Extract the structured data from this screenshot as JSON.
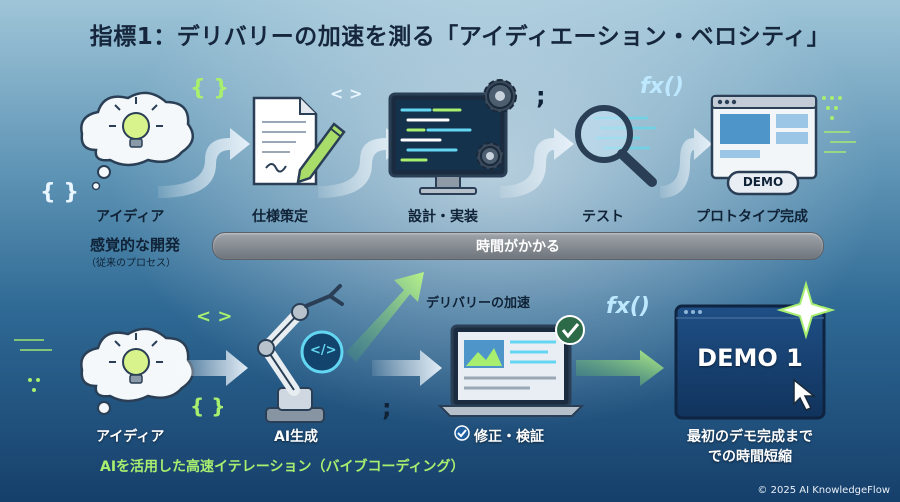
{
  "title": "指標1：デリバリーの加速を測る「アイディエーション・ベロシティ」",
  "top_row": {
    "steps": [
      "アイディア",
      "仕様策定",
      "設計・実装",
      "テスト",
      "プロトタイプ完成"
    ],
    "demo_badge": "DEMO",
    "process_label_line1": "感覚的な開発",
    "process_label_line2": "（従来のプロセス）",
    "time_bar": "時間がかかる"
  },
  "bottom_row": {
    "steps": [
      "アイディア",
      "AI生成",
      "修正・検証",
      "最初のデモ完成まで",
      "での時間短縮"
    ],
    "acceleration_label": "デリバリーの加速",
    "demo_screen": "DEMO 1",
    "process_label": "AIを活用した高速イテレーション（バイブコーディング）"
  },
  "symbols": {
    "braces": "{ }",
    "tag": "< >",
    "semicolon": ";",
    "fx": "fx()",
    "code": "</>"
  },
  "footer": "© 2025 AI KnowledgeFlow",
  "colors": {
    "accent_green": "#a8ef70",
    "cyan": "#63d7f2",
    "title": "#16273d"
  }
}
